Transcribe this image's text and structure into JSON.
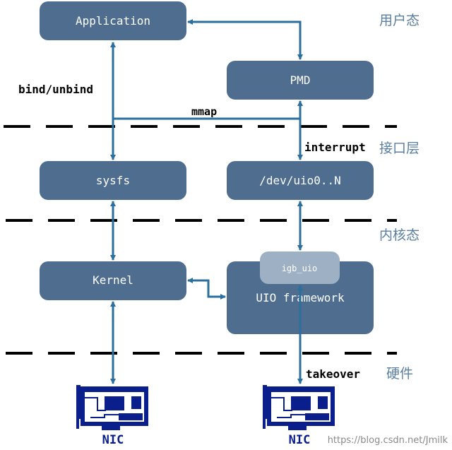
{
  "layers": {
    "user": "用户态",
    "interface": "接口层",
    "kernel": "内核态",
    "hardware": "硬件"
  },
  "boxes": {
    "application": "Application",
    "pmd": "PMD",
    "sysfs": "sysfs",
    "dev_uio": "/dev/uio0..N",
    "kernel": "Kernel",
    "igb_uio": "igb_uio",
    "uio_framework": "UIO framework"
  },
  "edge_labels": {
    "bind_unbind": "bind/unbind",
    "mmap": "mmap",
    "interrupt": "interrupt",
    "takeover": "takeover"
  },
  "nics": {
    "left": "NIC",
    "right": "NIC"
  },
  "watermark": "https://blog.csdn.net/Jmilk",
  "colors": {
    "box": "#4e6d8f",
    "box_light": "#9eb0c4",
    "arrow": "#2a6f9e",
    "nic": "#0a1e8c",
    "layer_text": "#5a7fa0"
  }
}
